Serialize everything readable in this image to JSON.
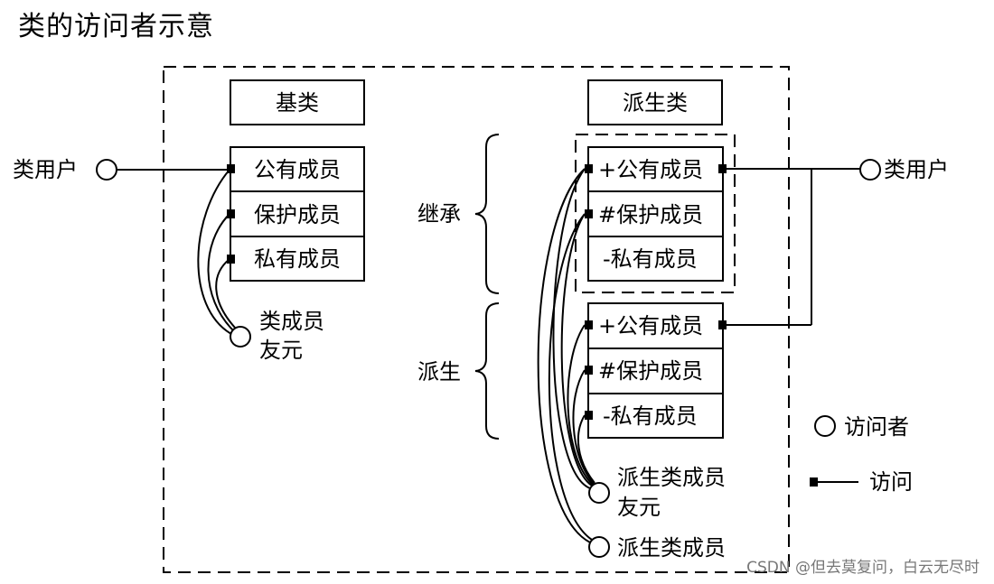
{
  "title": "类的访问者示意",
  "base": {
    "header": "基类",
    "members": [
      "公有成员",
      "保护成员",
      "私有成员"
    ],
    "class_user": "类用户",
    "friend_line1": "类成员",
    "friend_line2": "友元"
  },
  "derived": {
    "header": "派生类",
    "inherited_members": [
      "+公有成员",
      "#保护成员",
      "-私有成员"
    ],
    "own_members": [
      "+公有成员",
      "#保护成员",
      "-私有成员"
    ],
    "inherit_label": "继承",
    "derive_label": "派生",
    "class_user": "类用户",
    "friend_line1": "派生类成员",
    "friend_line2": "友元",
    "member_label": "派生类成员"
  },
  "legend": {
    "accessor": "访问者",
    "access": "访问"
  },
  "watermark": "CSDN @但去莫复问，白云无尽时"
}
